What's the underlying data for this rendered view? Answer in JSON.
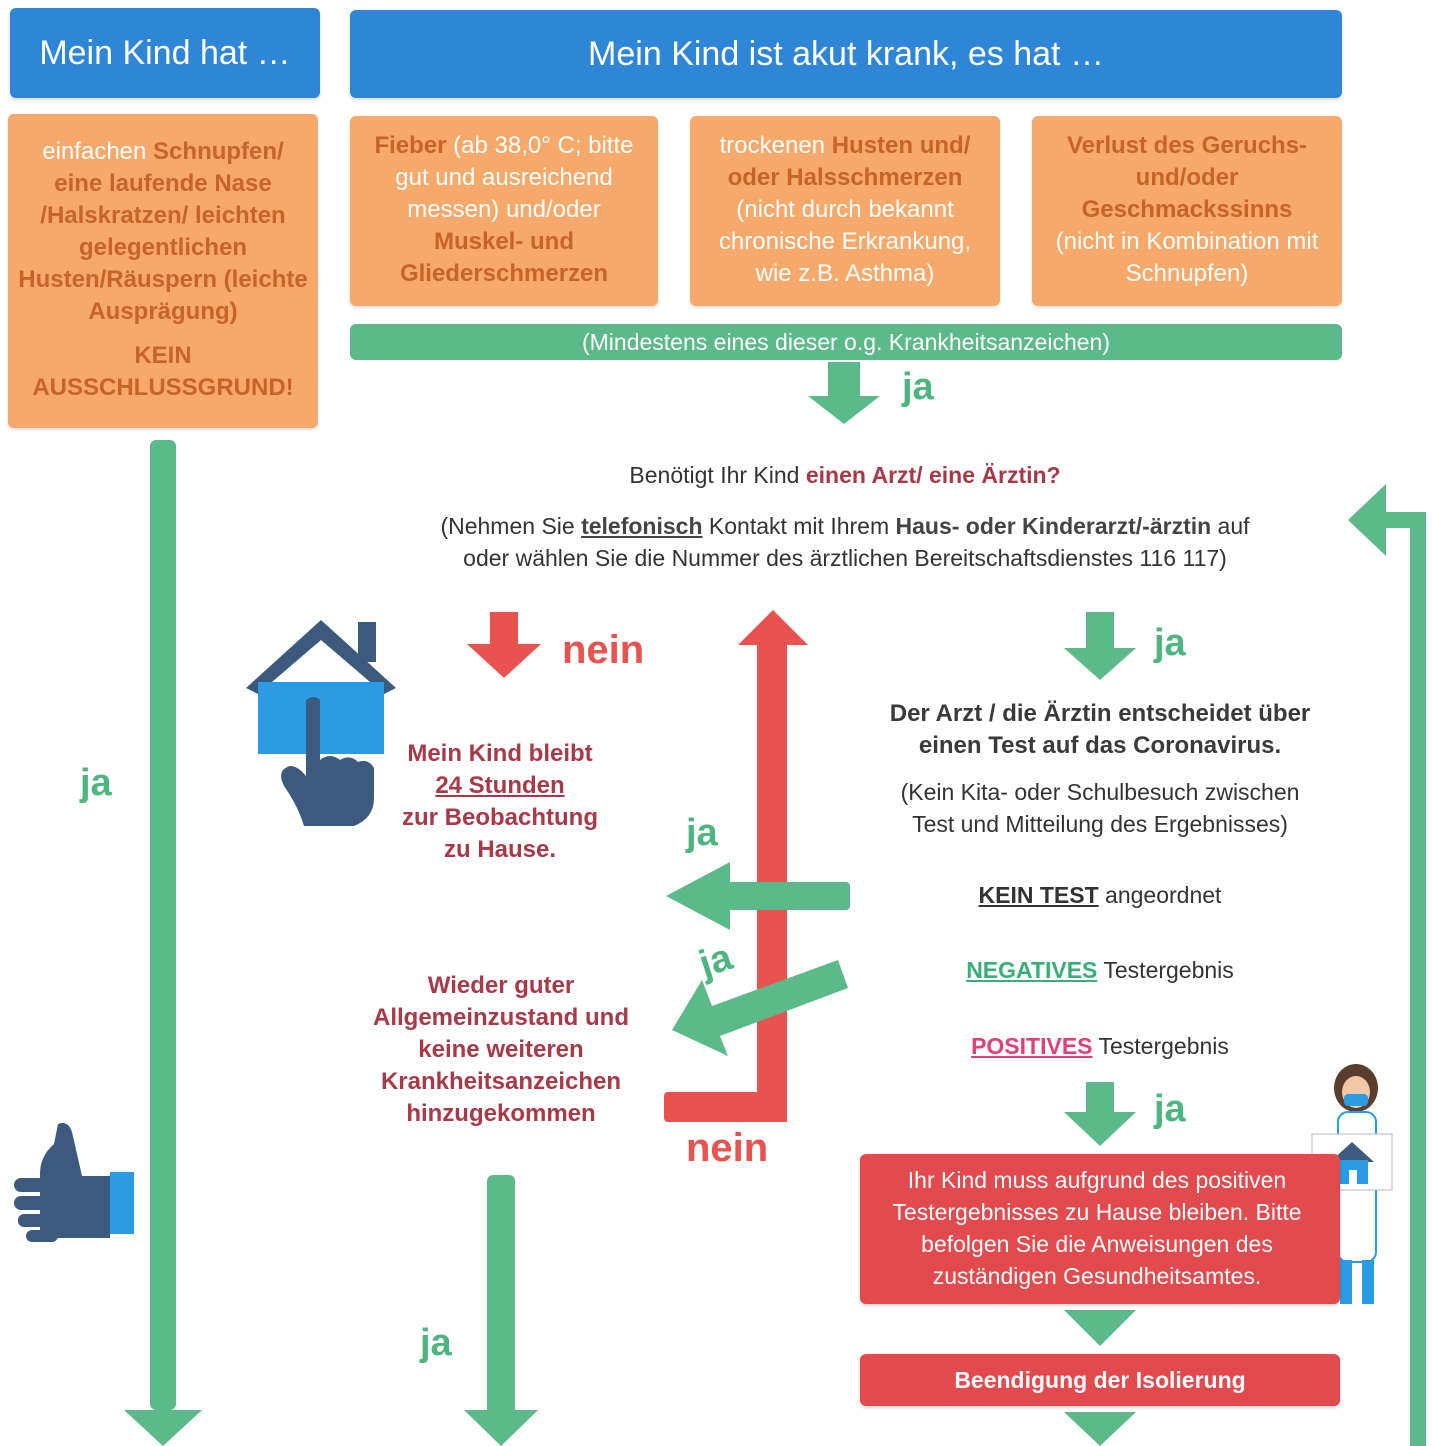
{
  "header": {
    "left_title": "Mein Kind hat …",
    "right_title": "Mein Kind ist akut krank, es hat …"
  },
  "left_box": {
    "part1_light": "einfachen ",
    "part1_bold": "Schnupfen/ eine laufende Nase /Halskratzen/ leichten gelegentlichen Husten/Räuspern (leichte Ausprägung)",
    "part2": "KEIN AUSSCHLUSSGRUND!"
  },
  "symptoms": [
    {
      "bold1": "Fieber",
      "light1": " (ab 38,0° C; bitte gut und ausreichend messen) und/oder ",
      "bold2": "Muskel- und Gliederschmerzen"
    },
    {
      "light1": "trockenen ",
      "bold1": "Husten und/ oder Halsschmerzen",
      "light2": " (nicht durch bekannt chronische Erkrankung, wie z.B. Asthma)"
    },
    {
      "bold1": "Verlust des Geruchs- und/oder Geschmackssinns",
      "light1": " (nicht in Kombination mit Schnupfen)"
    }
  ],
  "green_bar": "(Mindestens eines dieser o.g. Krankheitsanzeichen)",
  "question": {
    "line1_a": "Benötigt Ihr Kind ",
    "line1_b": "einen Arzt/ eine Ärztin?",
    "line2_a": "(Nehmen Sie ",
    "line2_b": "telefonisch",
    "line2_c": " Kontakt mit Ihrem ",
    "line2_d": "Haus- oder Kinderarzt/-ärztin",
    "line2_e": " auf",
    "line3": "oder wählen Sie die Nummer des ärztlichen Bereitschaftsdienstes 116 117)"
  },
  "labels": {
    "ja": "ja",
    "nein": "nein"
  },
  "stay_home": {
    "line1": "Mein Kind bleibt",
    "line2": "24 Stunden",
    "line3": "zur Beobachtung",
    "line4": "zu Hause."
  },
  "recovered": {
    "text": "Wieder guter Allgemeinzustand und keine weiteren Krankheitsanzeichen hinzugekommen"
  },
  "doctor": {
    "decides": "Der Arzt / die Ärztin entscheidet über einen Test auf das Coronavirus.",
    "note": "(Kein Kita- oder Schulbesuch zwischen Test und Mitteilung des Ergebnisses)",
    "kein_test_a": "KEIN TEST",
    "kein_test_b": " angeordnet",
    "negative_a": "NEGATIVES",
    "negative_b": " Testergebnis",
    "positive_a": "POSITIVES",
    "positive_b": " Testergebnis"
  },
  "positive_box": "Ihr Kind muss aufgrund des positiven Testergebnisses zu Hause bleiben. Bitte befolgen Sie die Anweisungen des zuständigen Gesundheitsamtes.",
  "end_box": "Beendigung der Isolierung",
  "colors": {
    "blue": "#2f86d6",
    "orange": "#f6a96a",
    "green": "#5cb98a",
    "red": "#e34a4e",
    "dark_red": "#a83a48"
  }
}
